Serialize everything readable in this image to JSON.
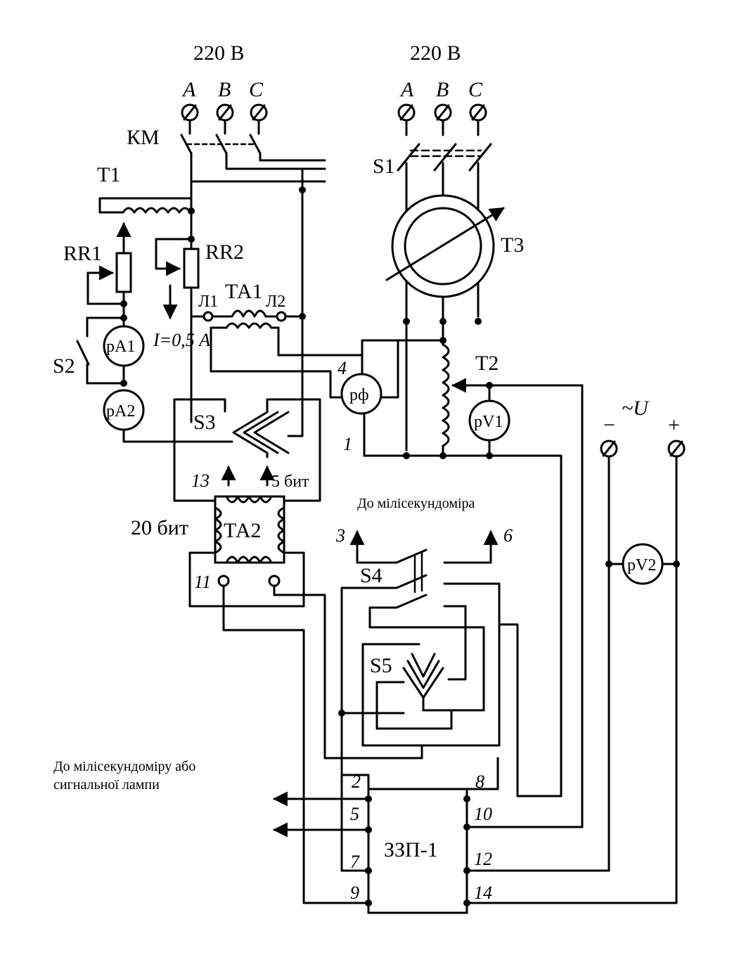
{
  "supply": {
    "left_voltage": "220 В",
    "right_voltage": "220 В",
    "phase_a": "A",
    "phase_b": "B",
    "phase_c": "C"
  },
  "components": {
    "km": "КМ",
    "t1": "Т1",
    "rr1": "RR1",
    "rr2": "RR2",
    "ta1": "ТА1",
    "l1": "Л1",
    "l2": "Л2",
    "current_setting": "I=0,5 А",
    "s1": "S1",
    "t3": "Т3",
    "t2": "Т2",
    "s2": "S2",
    "s3": "S3",
    "s4": "S4",
    "s5": "S5",
    "ta2": "ТА2",
    "relay": "ЗЗП-1"
  },
  "meters": {
    "pa1": "pA1",
    "pa2": "pA2",
    "pphi": "рф",
    "pv1": "pV1",
    "pv2": "pV2"
  },
  "taps": {
    "turns_13": "13",
    "turns_5": "5 бит",
    "turns_20": "20 бит",
    "terminal_11": "11"
  },
  "dc_source": {
    "label": "~U",
    "minus": "−",
    "plus": "+"
  },
  "wire_numbers": {
    "n4": "4",
    "n1": "1",
    "n3": "3",
    "n6": "6"
  },
  "notes": {
    "to_ms_meter": "До мілісекундоміра",
    "to_ms_meter_or_lamp_1": "До мілісекундоміру або",
    "to_ms_meter_or_lamp_2": "сигнальної лампи"
  },
  "relay_pins": {
    "p2": "2",
    "p5": "5",
    "p7": "7",
    "p9": "9",
    "p8": "8",
    "p10": "10",
    "p12": "12",
    "p14": "14"
  }
}
